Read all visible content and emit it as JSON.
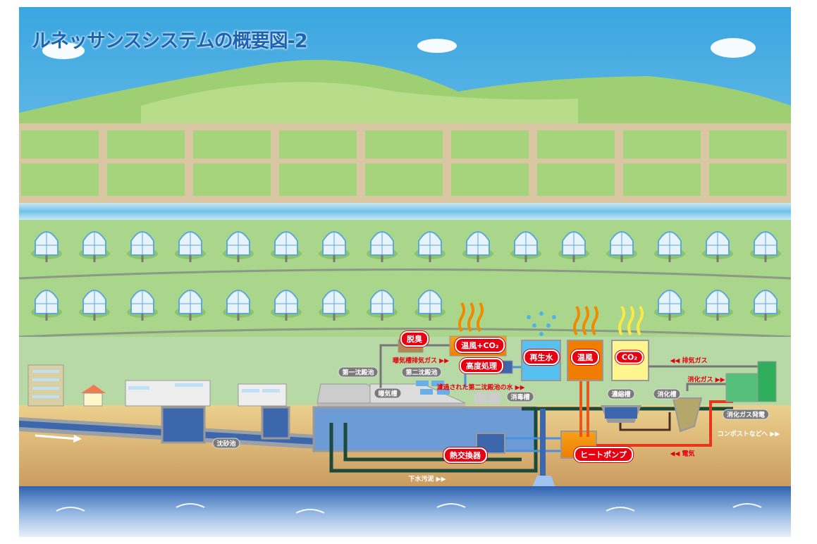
{
  "title": "ルネッサンスシステムの概要図-2",
  "red_labels": {
    "deodorize": "脱臭",
    "warm_air_co2": "温風+CO₂",
    "advanced_treatment": "高度処理",
    "reclaimed_water": "再生水",
    "warm_air": "温風",
    "co2": "CO₂",
    "heat_exchanger": "熱交換器",
    "heat_pump": "ヒートポンプ"
  },
  "gray_labels": {
    "primary_settling": "第一沈殿池",
    "secondary_settling": "第二沈殿池",
    "aeration_tank": "曝気槽",
    "disinfection_tank": "消毒槽",
    "thickener": "濃縮槽",
    "digester": "消化槽",
    "digestion_gas_power": "消化ガス発電",
    "grit_chamber": "沈砂池"
  },
  "flow_texts": {
    "aeration_exhaust": "曝気槽排気ガス ▶▶",
    "filtered_water": "濾過された第二沈殿池の水 ▶▶",
    "exhaust_gas": "◀◀ 排気ガス",
    "digestion_gas": "消化ガス ▶▶",
    "electricity": "◀◀ 電気",
    "sewage_sludge": "下水汚泥 ▶▶",
    "to_compost": "コンポストなどへ ▶▶"
  },
  "colors": {
    "title": "#1d63b3",
    "label_red": "#e60012",
    "water": "#3a6fb5",
    "soil": "#e3c487"
  }
}
